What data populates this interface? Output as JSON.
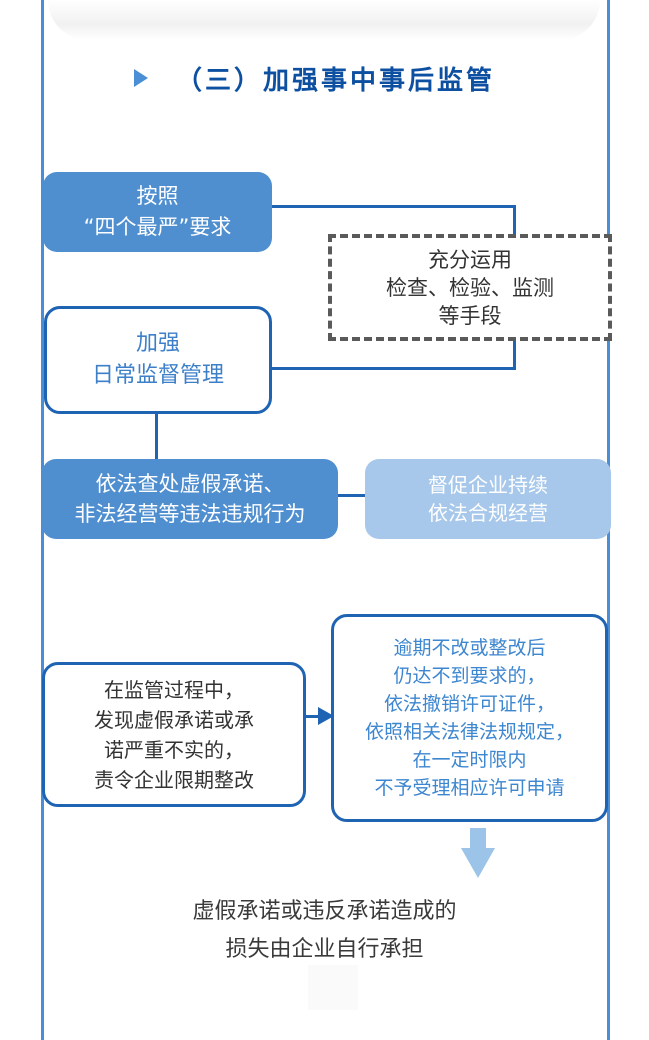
{
  "section": {
    "title": "（三）加强事中事后监管",
    "icon": "play-triangle-icon"
  },
  "flow": {
    "four_strictest": "按照\n“四个最严”要求",
    "daily_supervision": "加强\n日常监督管理",
    "inspection_methods": "充分运用\n检查、检验、监测\n等手段",
    "investigate": "依法查处虚假承诺、\n非法经营等违法违规行为",
    "urge_compliance": "督促企业持续\n依法合规经营",
    "order_rectify": "在监管过程中，\n发现虚假承诺或承\n诺严重不实的，\n责令企业限期整改",
    "revoke_license": "逾期不改或整改后\n仍达不到要求的，\n依法撤销许可证件，\n依照相关法律法规规定，\n在一定时限内\n不予受理相应许可申请",
    "conclusion": "虚假承诺或违反承诺造成的\n损失由企业自行承担"
  },
  "colors": {
    "frame": "#4a8fd6",
    "title": "#0d4fa0",
    "solid_box": "#4f8fd0",
    "outline": "#1f64b3",
    "light_box": "#a7c8ea",
    "dashed_border": "#5a5a5a",
    "down_arrow": "#9cc3e8"
  }
}
